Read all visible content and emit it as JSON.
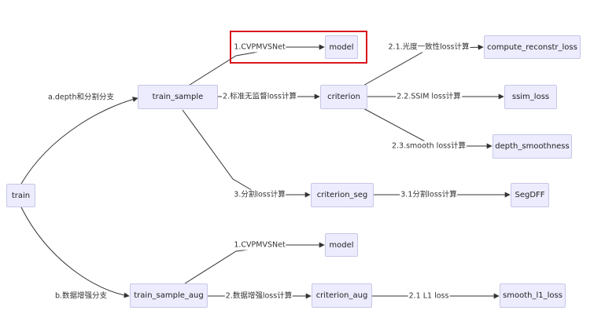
{
  "highlight_color": "#d9161c",
  "nodes": {
    "train": "train",
    "train_sample": "train_sample",
    "model1": "model",
    "criterion": "criterion",
    "compute_reconstr_loss": "compute_reconstr_loss",
    "ssim_loss": "ssim_loss",
    "depth_smoothness": "depth_smoothness",
    "criterion_seg": "criterion_seg",
    "SegDFF": "SegDFF",
    "train_sample_aug": "train_sample_aug",
    "model2": "model",
    "criterion_aug": "criterion_aug",
    "smooth_l1_loss": "smooth_l1_loss"
  },
  "edge_labels": {
    "a": "a.depth和分割分支",
    "b": "b.数据增强分支",
    "cvp1": "1.CVPMVSNet",
    "unsup": "2.标准无监督loss计算",
    "seg": "3.分割loss计算",
    "photo": "2.1.光度一致性loss计算",
    "ssim": "2.2.SSIM loss计算",
    "smooth": "2.3.smooth loss计算",
    "seg31": "3.1分割loss计算",
    "cvp2": "1.CVPMVSNet",
    "aug_loss": "2.数据增强loss计算",
    "l1": "2.1 L1 loss"
  }
}
